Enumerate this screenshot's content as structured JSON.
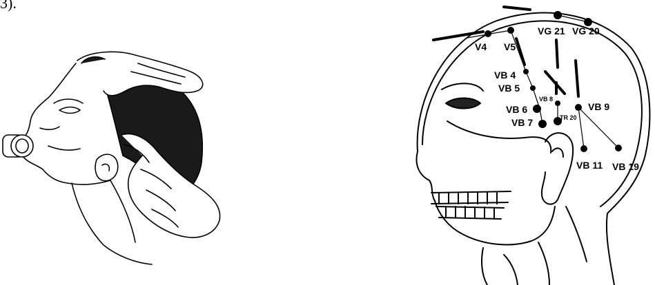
{
  "corner_text": "3).",
  "left_illustration": {
    "icon": "massage-illustration-icon"
  },
  "right_diagram": {
    "icon": "head-profile-icon",
    "points": [
      {
        "name": "V4",
        "label": "V4"
      },
      {
        "name": "V5",
        "label": "V5"
      },
      {
        "name": "VG 21",
        "label": "VG 21"
      },
      {
        "name": "VG 20",
        "label": "VG 20"
      },
      {
        "name": "VB 4",
        "label": "VB 4"
      },
      {
        "name": "VB 5",
        "label": "VB 5"
      },
      {
        "name": "VB 8",
        "label": "VB 8"
      },
      {
        "name": "VB 9",
        "label": "VB 9"
      },
      {
        "name": "VB 6",
        "label": "VB 6"
      },
      {
        "name": "TR 20",
        "label": "TR 20"
      },
      {
        "name": "VB 7",
        "label": "VB 7"
      },
      {
        "name": "VB 11",
        "label": "VB 11"
      },
      {
        "name": "VB 19",
        "label": "VB 19"
      }
    ]
  }
}
